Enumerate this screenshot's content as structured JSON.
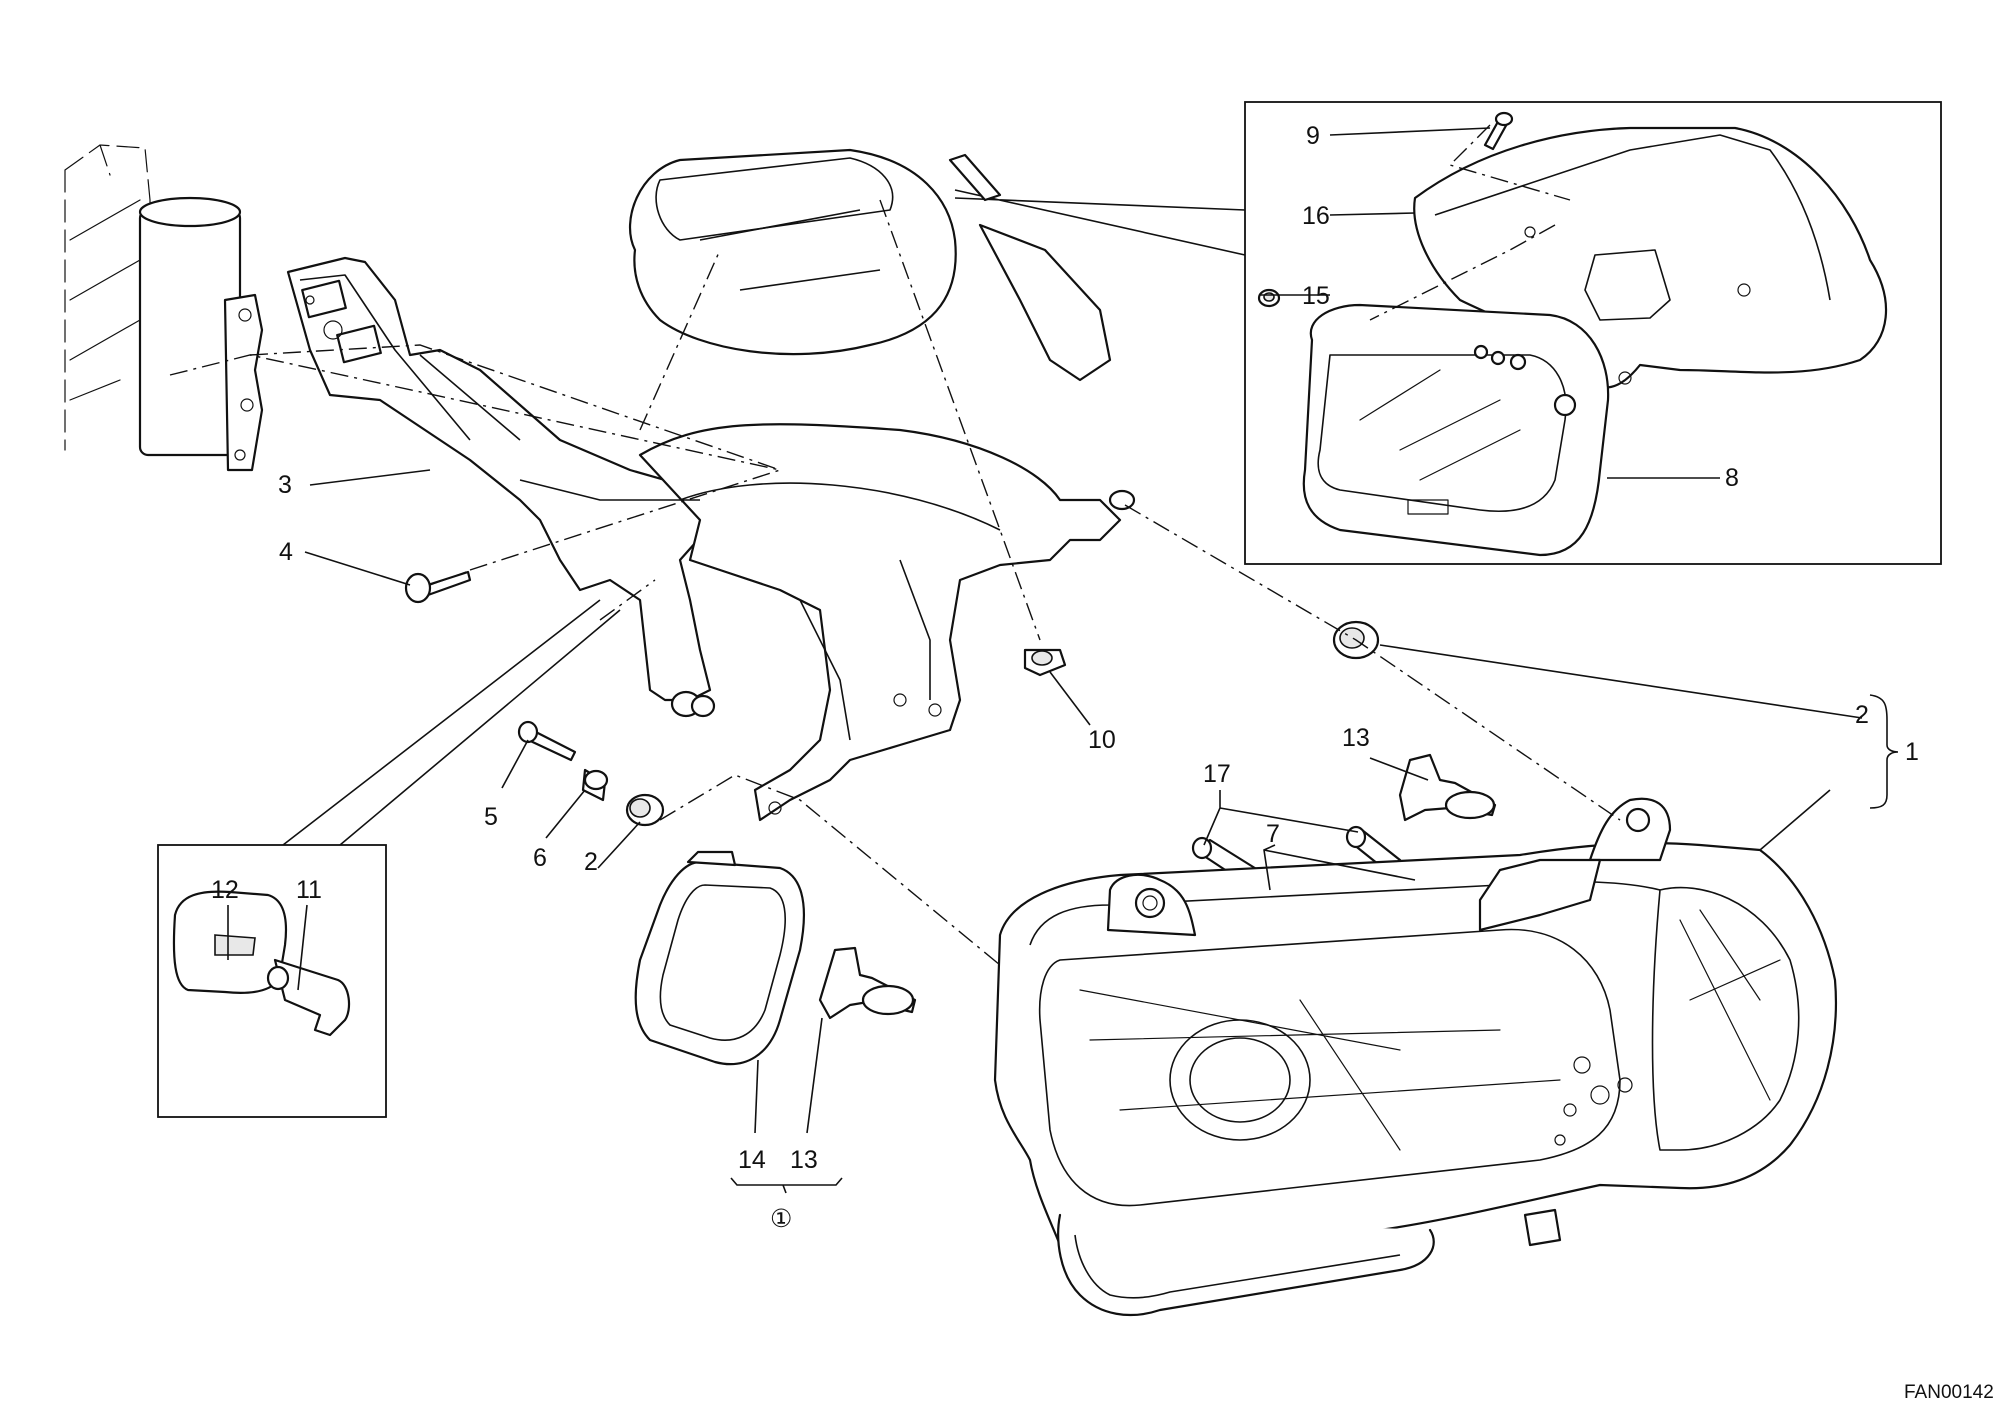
{
  "callouts": {
    "c1": "1",
    "c2a": "2",
    "c2b": "2",
    "c3": "3",
    "c4": "4",
    "c5": "5",
    "c6": "6",
    "c7": "7",
    "c8": "8",
    "c9": "9",
    "c10": "10",
    "c11": "11",
    "c12": "12",
    "c13a": "13",
    "c13b": "13",
    "c14": "14",
    "c15": "15",
    "c16": "16",
    "c17": "17",
    "kit_mark": "①"
  },
  "figure_code": "FAN00142"
}
